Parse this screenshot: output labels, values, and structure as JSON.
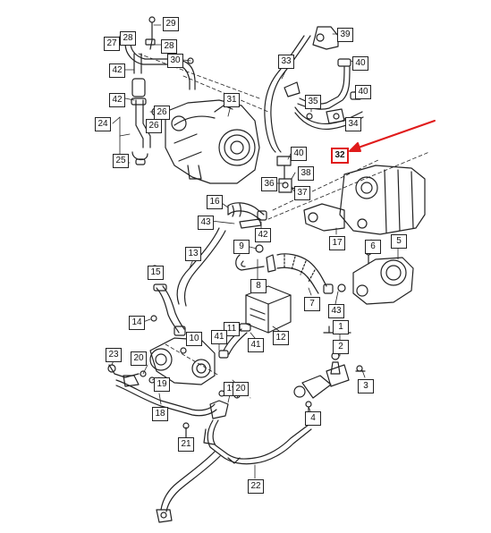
{
  "diagram": {
    "highlight_color": "#e01b1b",
    "line_color": "#222222",
    "highlighted_part": "32",
    "callouts": [
      {
        "id": "c29",
        "label": "29"
      },
      {
        "id": "c27",
        "label": "27"
      },
      {
        "id": "c28a",
        "label": "28"
      },
      {
        "id": "c28b",
        "label": "28"
      },
      {
        "id": "c30",
        "label": "30"
      },
      {
        "id": "c42a",
        "label": "42"
      },
      {
        "id": "c42b",
        "label": "42"
      },
      {
        "id": "c26a",
        "label": "26"
      },
      {
        "id": "c24",
        "label": "24"
      },
      {
        "id": "c26b",
        "label": "26"
      },
      {
        "id": "c25",
        "label": "25"
      },
      {
        "id": "c31",
        "label": "31"
      },
      {
        "id": "c39",
        "label": "39"
      },
      {
        "id": "c33",
        "label": "33"
      },
      {
        "id": "c40a",
        "label": "40"
      },
      {
        "id": "c40b",
        "label": "40"
      },
      {
        "id": "c35",
        "label": "35"
      },
      {
        "id": "c34",
        "label": "34"
      },
      {
        "id": "c40c",
        "label": "40"
      },
      {
        "id": "c32",
        "label": "32"
      },
      {
        "id": "c38",
        "label": "38"
      },
      {
        "id": "c36",
        "label": "36"
      },
      {
        "id": "c37",
        "label": "37"
      },
      {
        "id": "c16",
        "label": "16"
      },
      {
        "id": "c43a",
        "label": "43"
      },
      {
        "id": "c42c",
        "label": "42"
      },
      {
        "id": "c17",
        "label": "17"
      },
      {
        "id": "c9",
        "label": "9"
      },
      {
        "id": "c13",
        "label": "13"
      },
      {
        "id": "c15",
        "label": "15"
      },
      {
        "id": "c6",
        "label": "6"
      },
      {
        "id": "c5",
        "label": "5"
      },
      {
        "id": "c8",
        "label": "8"
      },
      {
        "id": "c7",
        "label": "7"
      },
      {
        "id": "c43b",
        "label": "43"
      },
      {
        "id": "c14",
        "label": "14"
      },
      {
        "id": "c10",
        "label": "10"
      },
      {
        "id": "c11",
        "label": "11"
      },
      {
        "id": "c41a",
        "label": "41"
      },
      {
        "id": "c41b",
        "label": "41"
      },
      {
        "id": "c12",
        "label": "12"
      },
      {
        "id": "c1",
        "label": "1"
      },
      {
        "id": "c2",
        "label": "2"
      },
      {
        "id": "c3",
        "label": "3"
      },
      {
        "id": "c23",
        "label": "23"
      },
      {
        "id": "c20a",
        "label": "20"
      },
      {
        "id": "c19a",
        "label": "19"
      },
      {
        "id": "c19b",
        "label": "19"
      },
      {
        "id": "c20b",
        "label": "20"
      },
      {
        "id": "c18",
        "label": "18"
      },
      {
        "id": "c4",
        "label": "4"
      },
      {
        "id": "c21",
        "label": "21"
      },
      {
        "id": "c22",
        "label": "22"
      }
    ]
  }
}
